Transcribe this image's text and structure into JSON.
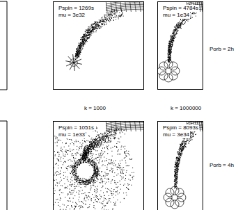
{
  "diagram": {
    "nodes": [
      {
        "text": [
          "Pspin = 1269s",
          "mu = 3e32"
        ]
      },
      {
        "text": [
          "Pspin = 4784s",
          "mu = 1e34"
        ]
      },
      {
        "text": [
          "Pspin = 1051s",
          "mu = 1e33"
        ]
      },
      {
        "text": [
          "Pspin = 8093s",
          "mu = 3e34"
        ]
      }
    ],
    "labels": [
      "Porb = 2h",
      "k = 1000",
      "k = 1000000",
      "Porb = 4h"
    ]
  }
}
